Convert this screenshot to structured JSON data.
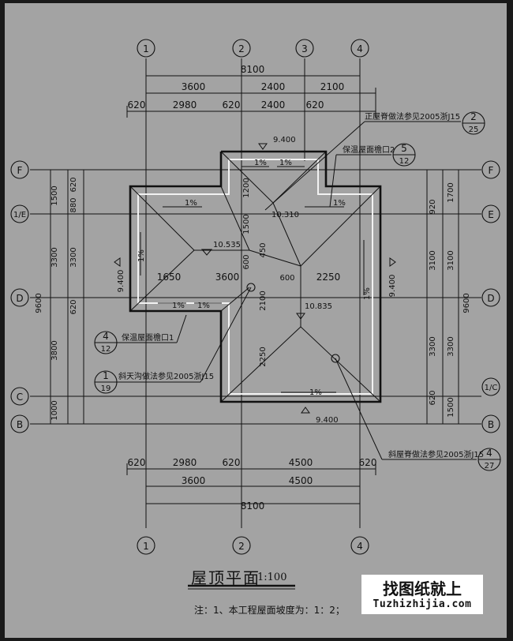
{
  "drawing": {
    "title": "屋顶平面",
    "scale": "1:100",
    "note": "注：1、本工程屋面坡度为：1：2；"
  },
  "watermark": {
    "title": "找图纸就上",
    "url": "Tuzhizhijia.com"
  },
  "axes": {
    "top": [
      "1",
      "2",
      "3",
      "4"
    ],
    "bottom": [
      "1",
      "2",
      "4"
    ],
    "left": [
      "F",
      "1/E",
      "D",
      "C",
      "B"
    ],
    "right": [
      "F",
      "E",
      "D",
      "1/C",
      "B"
    ]
  },
  "dimensions": {
    "top_total": "8100",
    "top_row1": [
      "3600",
      "2400",
      "2100"
    ],
    "top_row2": [
      "620",
      "2980",
      "620",
      "2400",
      "620"
    ],
    "bottom_row1": [
      "620",
      "2980",
      "620",
      "4500",
      "620"
    ],
    "bottom_row2": [
      "3600",
      "4500"
    ],
    "bottom_total": "8100",
    "left_outer": [
      "1500",
      "3300",
      "3800",
      "1000"
    ],
    "left_inner": [
      "620",
      "880",
      "3300",
      "620"
    ],
    "left_total": "9600",
    "right_outer": [
      "1700",
      "3100",
      "3300",
      "1500"
    ],
    "right_inner": [
      "920",
      "3100",
      "3300",
      "620"
    ],
    "right_total": "9600",
    "interior": [
      "1200",
      "1500",
      "450",
      "600",
      "1650",
      "3600",
      "600",
      "2250",
      "2100",
      "2250"
    ]
  },
  "elevations": [
    "9.400",
    "10.310",
    "10.535",
    "9.400",
    "10.835",
    "9.400",
    "9.400"
  ],
  "slope": "1%",
  "callouts": {
    "ridge": {
      "text": "正屋脊做法参见2005浙J15",
      "num": "2",
      "den": "25"
    },
    "eave2": {
      "text": "保温屋面檐口2",
      "num": "5",
      "den": "12"
    },
    "eave1": {
      "text": "保温屋面檐口1",
      "num": "4",
      "den": "12"
    },
    "valley": {
      "text": "斜天沟做法参见2005浙J15",
      "num": "1",
      "den": "19"
    },
    "hip": {
      "text": "斜屋脊做法参见2005浙J15",
      "num": "4",
      "den": "27"
    }
  }
}
